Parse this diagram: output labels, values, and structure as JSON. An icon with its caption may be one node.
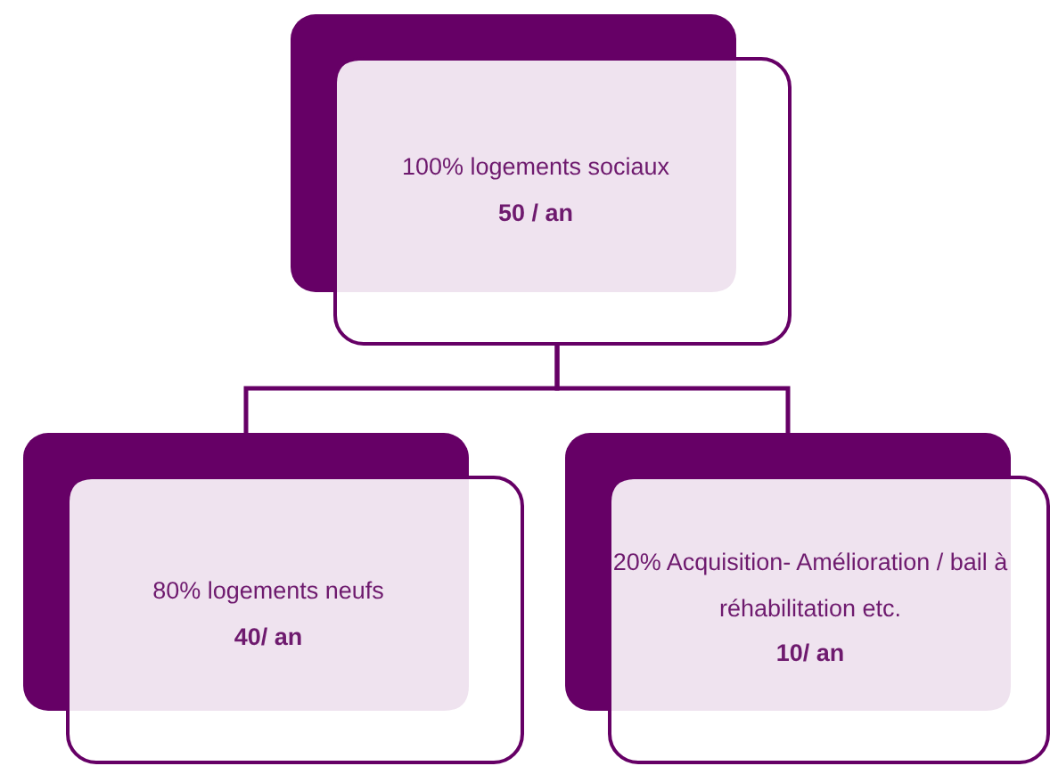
{
  "diagram": {
    "nodes": [
      {
        "text": [
          "100% logements sociaux",
          "50 / an"
        ]
      },
      {
        "text": [
          "80% logements neufs",
          "40/ an"
        ]
      },
      {
        "text": [
          "20% Acquisition- Amélioration / bail à réhabilitation etc.",
          "10/ an"
        ]
      }
    ],
    "edges": [
      {
        "from": 0,
        "to": 1,
        "arrow": "none"
      },
      {
        "from": 0,
        "to": 2,
        "arrow": "none"
      }
    ]
  }
}
